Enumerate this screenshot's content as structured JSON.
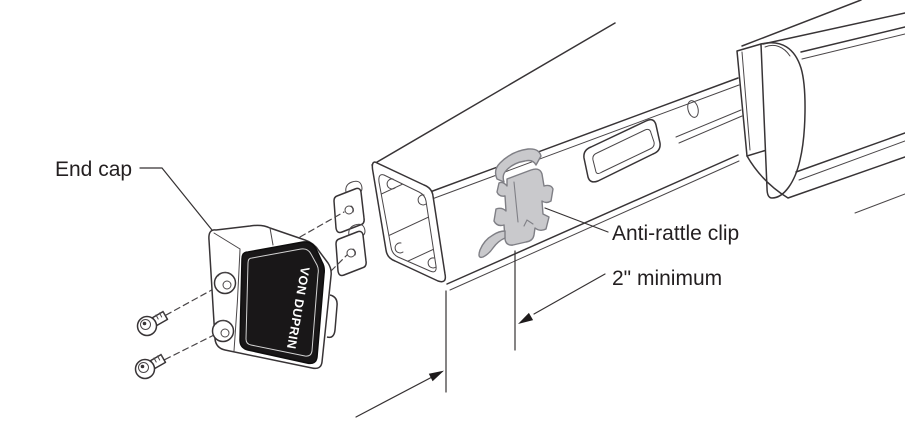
{
  "diagram": {
    "title_context": "Exit device push-bar end cap and anti-rattle clip installation",
    "labels": {
      "end_cap": "End cap",
      "anti_rattle_clip": "Anti-rattle clip",
      "min_distance": "2\" minimum"
    },
    "cap_logo": "VON DUPRIN",
    "colors": {
      "line": "#383436",
      "text": "#231f20",
      "clip_fill": "#c9c9cc",
      "clip_stroke": "#7f7f85",
      "end_cap_fill": "#191718",
      "background": "#ffffff"
    }
  }
}
